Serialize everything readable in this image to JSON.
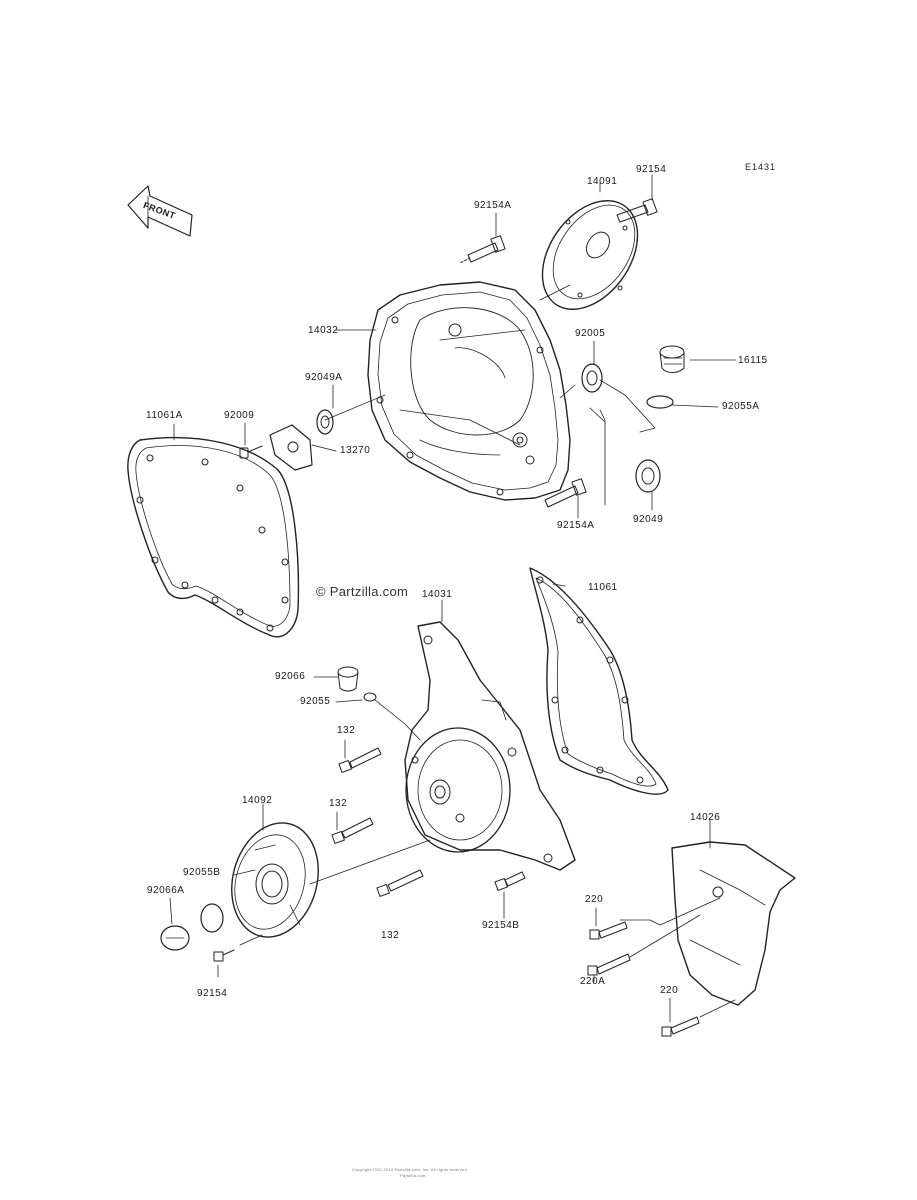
{
  "diagram": {
    "code": "E1431",
    "direction_label": "FRONT",
    "watermark": "© Partzilla.com",
    "footer_line1": "Copyright 2002-2014 Partzilla.com, Inc. All rights reserved.",
    "footer_line2": "Partzilla.com"
  },
  "parts": [
    {
      "id": "p14091",
      "label": "14091"
    },
    {
      "id": "p92154_top",
      "label": "92154"
    },
    {
      "id": "p92154A_top",
      "label": "92154A"
    },
    {
      "id": "p14032",
      "label": "14032"
    },
    {
      "id": "p92005",
      "label": "92005"
    },
    {
      "id": "p16115",
      "label": "16115"
    },
    {
      "id": "p92049A",
      "label": "92049A"
    },
    {
      "id": "p92055A",
      "label": "92055A"
    },
    {
      "id": "p11061A",
      "label": "11061A"
    },
    {
      "id": "p92009",
      "label": "92009"
    },
    {
      "id": "p13270",
      "label": "13270"
    },
    {
      "id": "p92154A_bot",
      "label": "92154A"
    },
    {
      "id": "p92049",
      "label": "92049"
    },
    {
      "id": "p14031",
      "label": "14031"
    },
    {
      "id": "p11061",
      "label": "11061"
    },
    {
      "id": "p92066",
      "label": "92066"
    },
    {
      "id": "p92055",
      "label": "92055"
    },
    {
      "id": "p132_a",
      "label": "132"
    },
    {
      "id": "p132_b",
      "label": "132"
    },
    {
      "id": "p132_c",
      "label": "132"
    },
    {
      "id": "p14092",
      "label": "14092"
    },
    {
      "id": "p92055B",
      "label": "92055B"
    },
    {
      "id": "p92066A",
      "label": "92066A"
    },
    {
      "id": "p92154_bot",
      "label": "92154"
    },
    {
      "id": "p92154B",
      "label": "92154B"
    },
    {
      "id": "p14026",
      "label": "14026"
    },
    {
      "id": "p220_a",
      "label": "220"
    },
    {
      "id": "p220A",
      "label": "220A"
    },
    {
      "id": "p220_b",
      "label": "220"
    }
  ]
}
